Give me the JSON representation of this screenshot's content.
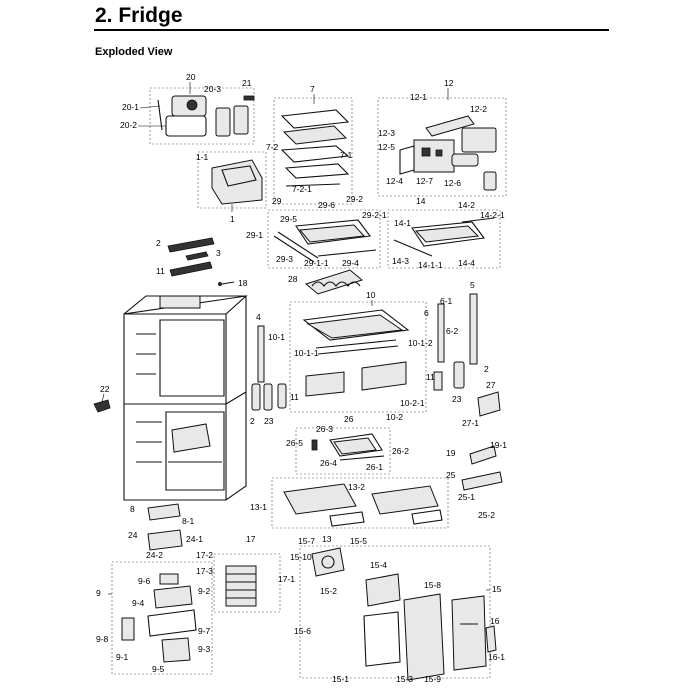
{
  "header": {
    "title": "2. Fridge",
    "subtitle": "Exploded View"
  },
  "callouts": {
    "c20": "20",
    "c20_1": "20-1",
    "c20_2": "20-2",
    "c20_3": "20-3",
    "c21": "21",
    "c7": "7",
    "c7_1": "7-1",
    "c7_2": "7-2",
    "c7_2_1": "7-2-1",
    "c12": "12",
    "c12_1": "12-1",
    "c12_2": "12-2",
    "c12_3": "12-3",
    "c12_4": "12-4",
    "c12_5": "12-5",
    "c12_6": "12-6",
    "c12_7": "12-7",
    "c1": "1",
    "c1_1": "1-1",
    "c29": "29",
    "c29_1": "29-1",
    "c29_2": "29-2",
    "c29_2_1": "29-2-1",
    "c29_3": "29-3",
    "c29_4": "29-4",
    "c29_5": "29-5",
    "c29_6": "29-6",
    "c29_1_1": "29-1-1",
    "c14": "14",
    "c14_1": "14-1",
    "c14_2": "14-2",
    "c14_2_1": "14-2-1",
    "c14_3": "14-3",
    "c14_1_1": "14-1-1",
    "c14_4": "14-4",
    "c2a": "2",
    "c3": "3",
    "c11a": "11",
    "c18": "18",
    "c28": "28",
    "c10": "10",
    "c10_1": "10-1",
    "c10_1_1": "10-1-1",
    "c10_1_2": "10-1-2",
    "c10_2": "10-2",
    "c10_2_1": "10-2-1",
    "c4": "4",
    "c5": "5",
    "c6": "6",
    "c6_1": "6-1",
    "c6_2": "6-2",
    "c2b": "2",
    "c11b": "11",
    "c11c": "11",
    "c23a": "23",
    "c2c": "2",
    "c23b": "23",
    "c27": "27",
    "c27_1": "27-1",
    "c22": "22",
    "c26": "26",
    "c26_3": "26-3",
    "c26_5": "26-5",
    "c26_2": "26-2",
    "c26_4": "26-4",
    "c26_1": "26-1",
    "c19": "19",
    "c19_1": "19-1",
    "c25": "25",
    "c25_1": "25-1",
    "c25_2": "25-2",
    "c13_1": "13-1",
    "c13_2": "13-2",
    "c8": "8",
    "c8_1": "8-1",
    "c24": "24",
    "c24_1": "24-1",
    "c24_2": "24-2",
    "c17": "17",
    "c17_1": "17-1",
    "c17_2": "17-2",
    "c17_3": "17-3",
    "c9": "9",
    "c9_1": "9-1",
    "c9_2": "9-2",
    "c9_3": "9-3",
    "c9_4": "9-4",
    "c9_5": "9-5",
    "c9_6": "9-6",
    "c9_7": "9-7",
    "c9_8": "9-8",
    "c13": "13",
    "c15": "15",
    "c15_1": "15-1",
    "c15_2": "15-2",
    "c15_3": "15-3",
    "c15_4": "15-4",
    "c15_5": "15-5",
    "c15_6": "15-6",
    "c15_7": "15-7",
    "c15_8": "15-8",
    "c15_9": "15-9",
    "c15_10": "15-10",
    "c16": "16",
    "c16_1": "16-1"
  }
}
